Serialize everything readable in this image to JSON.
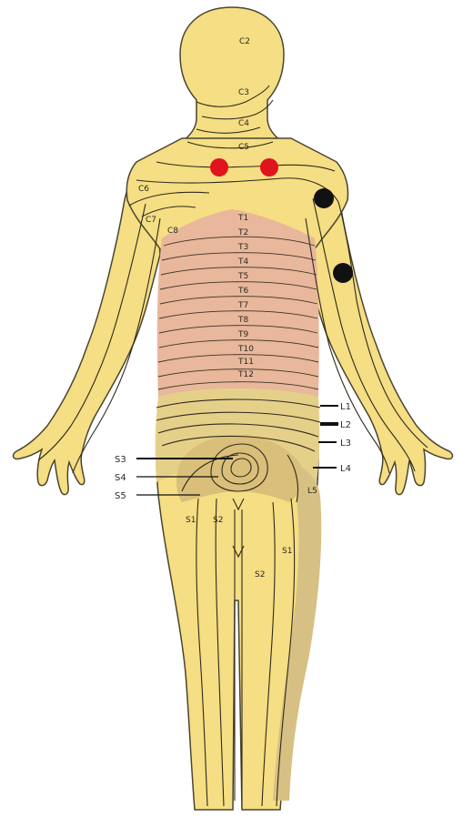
{
  "colors": {
    "skin": "#F5DE83",
    "outline": "#4a4530",
    "thorax": "#E9B79B",
    "lumbar": "#E5D08A",
    "lumbar_dark": "#D9BF7A",
    "sacral": "#D7C083",
    "red_marker": "#E0141C",
    "black_marker": "#111111"
  },
  "labels": {
    "c2": "C2",
    "c3": "C3",
    "c4": "C4",
    "c5": "C5",
    "c6": "C6",
    "c7": "C7",
    "c8": "C8",
    "t1": "T1",
    "t2": "T2",
    "t3": "T3",
    "t4": "T4",
    "t5": "T5",
    "t6": "T6",
    "t7": "T7",
    "t8": "T8",
    "t9": "T9",
    "t10": "T10",
    "t11": "T11",
    "t12": "T12",
    "l1": "L1",
    "l2": "L2",
    "l3": "L3",
    "l4": "L4",
    "l5": "L5",
    "s3": "S3",
    "s4": "S4",
    "s5": "S5",
    "s1_left": "S1",
    "s2_left": "S2",
    "s1_right": "S1",
    "s2_right": "S2"
  },
  "markers": [
    {
      "name": "red-marker-left-clavicle",
      "color": "red"
    },
    {
      "name": "red-marker-right-clavicle",
      "color": "red"
    },
    {
      "name": "black-marker-shoulder",
      "color": "black"
    },
    {
      "name": "black-marker-upper-arm",
      "color": "black"
    }
  ]
}
